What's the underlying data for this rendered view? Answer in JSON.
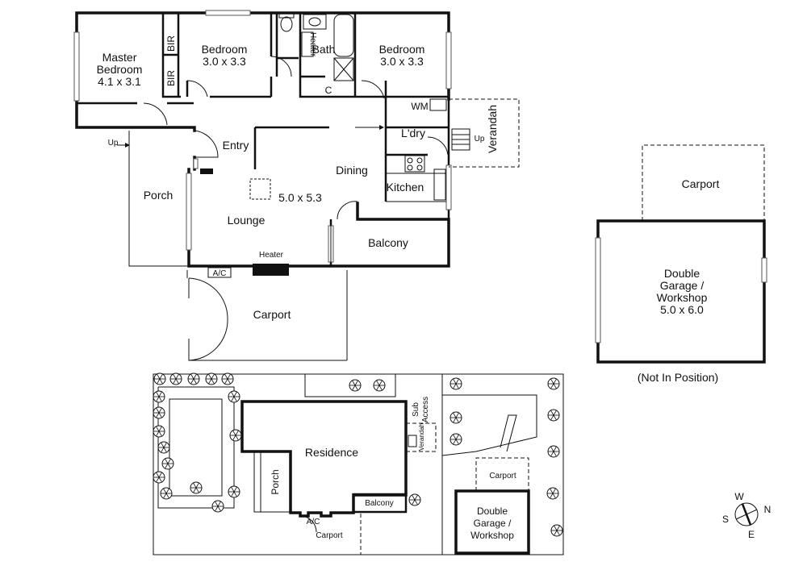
{
  "floor_plan": {
    "rooms": {
      "master_bedroom": [
        "Master",
        "Bedroom",
        "4.1 x 3.1"
      ],
      "bir": "BIR",
      "bedroom_1": [
        "Bedroom",
        "3.0 x 3.3"
      ],
      "bath": "Bath",
      "heater_bath": "Heater",
      "cupboard": "C",
      "bedroom_2": [
        "Bedroom",
        "3.0 x 3.3"
      ],
      "wm": "WM",
      "laundry": "L'dry",
      "verandah": "Verandah",
      "up": "Up",
      "entry": "Entry",
      "dining": "Dining",
      "kitchen": "Kitchen",
      "porch": "Porch",
      "lounge_size": "5.0 x 5.3",
      "lounge": "Lounge",
      "balcony": "Balcony",
      "heater": "Heater",
      "ac": "A/C",
      "carport": "Carport"
    }
  },
  "garage_plan": {
    "carport": "Carport",
    "garage": [
      "Double",
      "Garage /",
      "Workshop",
      "5.0 x 6.0"
    ],
    "note": "(Not In Position)"
  },
  "site_plan": {
    "residence": "Residence",
    "porch": "Porch",
    "balcony": "Balcony",
    "verandah": "Verandah",
    "sub_access": [
      "Sub",
      "Access"
    ],
    "ac": "A/C",
    "carport_main": "Carport",
    "carport_garage": "Carport",
    "garage": [
      "Double",
      "Garage /",
      "Workshop"
    ]
  },
  "compass": {
    "n": "N",
    "s": "S",
    "e": "E",
    "w": "W"
  }
}
